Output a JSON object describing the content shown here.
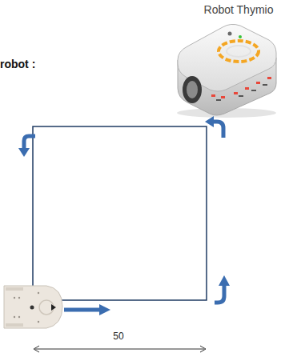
{
  "diagram": {
    "labels": [
      "robot :",
      "Robot Thymio",
      "50"
    ]
  }
}
